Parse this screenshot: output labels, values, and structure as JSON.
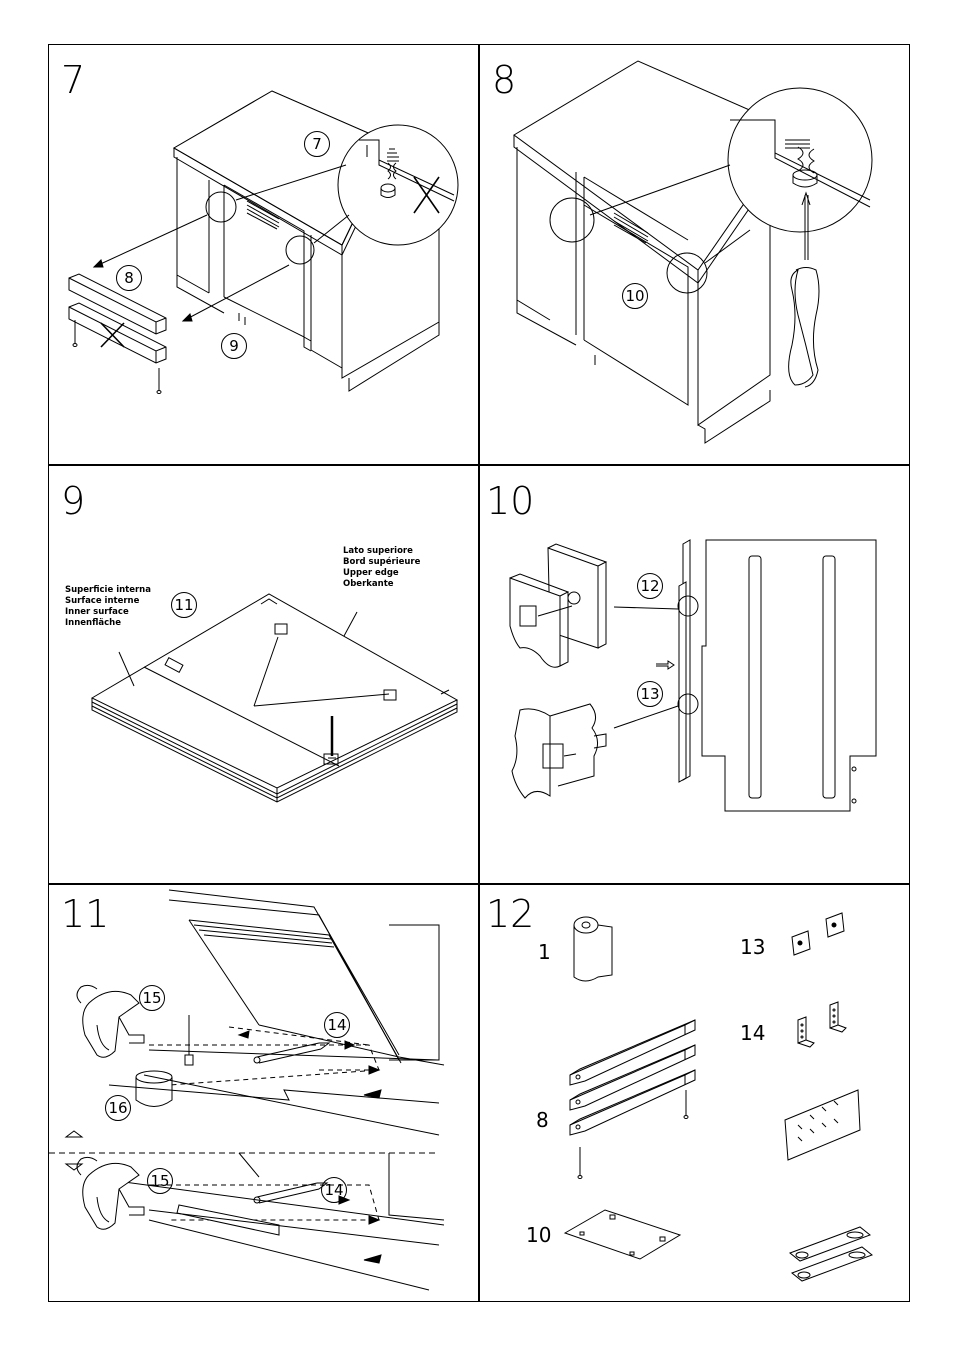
{
  "steps": {
    "s7": {
      "number": "7",
      "callouts": [
        "7",
        "8",
        "9"
      ]
    },
    "s8": {
      "number": "8",
      "callouts": [
        "10"
      ]
    },
    "s9": {
      "number": "9",
      "callouts": [
        "11"
      ],
      "inner_surface_labels": [
        "Superficie interna",
        "Surface interne",
        "Inner surface",
        "Innenfläche"
      ],
      "upper_edge_labels": [
        "Lato superiore",
        "Bord supérieure",
        "Upper edge",
        "Oberkante"
      ]
    },
    "s10": {
      "number": "10",
      "callouts": [
        "12",
        "13"
      ]
    },
    "s11": {
      "number": "11",
      "callouts": [
        "15",
        "14",
        "16",
        "15",
        "14"
      ]
    },
    "s12": {
      "number": "12",
      "parts": [
        "1",
        "13",
        "14",
        "8",
        "10"
      ]
    }
  },
  "icons": {
    "step7": [
      "cabinet-drawing",
      "zoom-circle",
      "cross-mark-icon",
      "screw-icon",
      "strip-icon"
    ],
    "step8": [
      "cabinet-drawing",
      "zoom-circle",
      "screwdriver-icon"
    ],
    "step9": [
      "panel-drawing",
      "hinge-plate-icon",
      "screw-icon"
    ],
    "step10": [
      "door-panel-drawing",
      "bracket-detail",
      "arrow-right-icon"
    ],
    "step11": [
      "jig-drawing",
      "drill-icon",
      "tape-roll-icon",
      "pencil-icon",
      "triangle-up-icon",
      "triangle-down-icon"
    ],
    "step12": [
      "foil-roll-icon",
      "bracket-icon",
      "strip-icon",
      "screw-bag-icon",
      "plate-icon",
      "spacer-icon"
    ]
  }
}
